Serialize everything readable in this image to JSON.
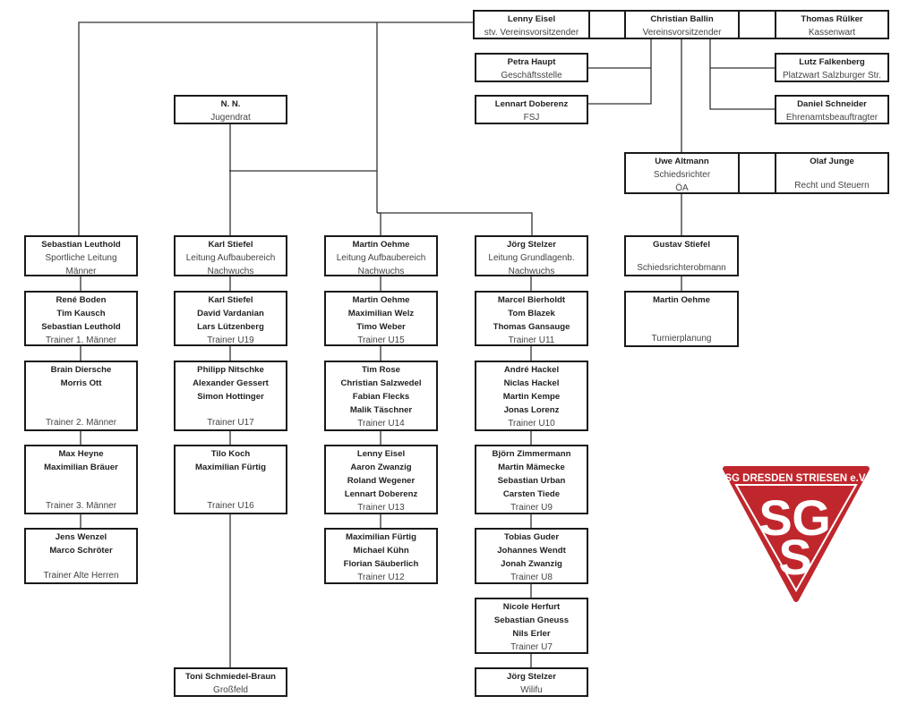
{
  "title": "Organigramm SG Dresden Striesen e.V.",
  "logo": {
    "text": "SG DRESDEN STRIESEN e.V.",
    "letters": "SGS",
    "color": "#c0272d"
  },
  "boxes": [
    {
      "id": "lenny-eisel-top",
      "names": [
        "Lenny Eisel"
      ],
      "roles": [
        "stv. Vereinsvorsitzender"
      ]
    },
    {
      "id": "gap-1",
      "names": [],
      "roles": []
    },
    {
      "id": "christian-ballin",
      "names": [
        "Christian Ballin"
      ],
      "roles": [
        "Vereinsvorsitzender"
      ]
    },
    {
      "id": "gap-2",
      "names": [],
      "roles": []
    },
    {
      "id": "thomas-ruelker",
      "names": [
        "Thomas Rülker"
      ],
      "roles": [
        "Kassenwart"
      ]
    },
    {
      "id": "petra-haupt",
      "names": [
        "Petra Haupt"
      ],
      "roles": [
        "Geschäftsstelle"
      ]
    },
    {
      "id": "lennart-doberenz-fsj",
      "names": [
        "Lennart Doberenz"
      ],
      "roles": [
        "FSJ"
      ]
    },
    {
      "id": "lutz-falkenberg",
      "names": [
        "Lutz Falkenberg"
      ],
      "roles": [
        "Platzwart Salzburger Str."
      ]
    },
    {
      "id": "daniel-schneider",
      "names": [
        "Daniel Schneider"
      ],
      "roles": [
        "Ehrenamtsbeauftragter"
      ]
    },
    {
      "id": "uwe-altmann",
      "names": [
        "Uwe Altmann"
      ],
      "roles": [
        "Schiedsrichter",
        "ÖA"
      ]
    },
    {
      "id": "gap-3",
      "names": [],
      "roles": []
    },
    {
      "id": "olaf-junge",
      "names": [
        "Olaf Junge"
      ],
      "roles": [
        "Recht und Steuern"
      ]
    },
    {
      "id": "gustav-stiefel",
      "names": [
        "Gustav Stiefel"
      ],
      "roles": [
        "Schiedsrichterobmann"
      ]
    },
    {
      "id": "turnierplanung",
      "names": [
        "Martin Oehme"
      ],
      "roles": [
        "Turnierplanung"
      ]
    },
    {
      "id": "jugendrat",
      "names": [
        "N. N."
      ],
      "roles": [
        "Jugendrat"
      ]
    },
    {
      "id": "sportliche-leitung",
      "names": [
        "Sebastian Leuthold"
      ],
      "roles": [
        "Sportliche Leitung",
        "Männer"
      ]
    },
    {
      "id": "trainer-1-maenner",
      "names": [
        "René Boden",
        "Tim Kausch",
        "Sebastian Leuthold"
      ],
      "roles": [
        "Trainer 1. Männer"
      ]
    },
    {
      "id": "trainer-2-maenner",
      "names": [
        "Brain Diersche",
        "Morris Ott"
      ],
      "roles": [
        "Trainer 2. Männer"
      ]
    },
    {
      "id": "trainer-3-maenner",
      "names": [
        "Max Heyne",
        "Maximilian Bräuer"
      ],
      "roles": [
        "Trainer 3. Männer"
      ]
    },
    {
      "id": "trainer-alte-herren",
      "names": [
        "Jens Wenzel",
        "Marco Schröter"
      ],
      "roles": [
        "Trainer Alte Herren"
      ]
    },
    {
      "id": "leitung-aufbau-1",
      "names": [
        "Karl Stiefel"
      ],
      "roles": [
        "Leitung Aufbaubereich",
        "Nachwuchs"
      ]
    },
    {
      "id": "trainer-u19",
      "names": [
        "Karl Stiefel",
        "David Vardanian",
        "Lars Lützenberg"
      ],
      "roles": [
        "Trainer U19"
      ]
    },
    {
      "id": "trainer-u17",
      "names": [
        "Philipp Nitschke",
        "Alexander Gessert",
        "Simon Hottinger"
      ],
      "roles": [
        "Trainer U17"
      ]
    },
    {
      "id": "trainer-u16",
      "names": [
        "Tilo Koch",
        "Maximilian Fürtig"
      ],
      "roles": [
        "Trainer U16"
      ]
    },
    {
      "id": "grossfeld",
      "names": [
        "Toni Schmiedel-Braun"
      ],
      "roles": [
        "Großfeld"
      ]
    },
    {
      "id": "leitung-aufbau-2",
      "names": [
        "Martin Oehme"
      ],
      "roles": [
        "Leitung Aufbaubereich",
        "Nachwuchs"
      ]
    },
    {
      "id": "trainer-u15",
      "names": [
        "Martin Oehme",
        "Maximilian Welz",
        "Timo Weber"
      ],
      "roles": [
        "Trainer U15"
      ]
    },
    {
      "id": "trainer-u14",
      "names": [
        "Tim Rose",
        "Christian Salzwedel",
        "Fabian Flecks",
        "Malik Täschner"
      ],
      "roles": [
        "Trainer U14"
      ]
    },
    {
      "id": "trainer-u13",
      "names": [
        "Lenny Eisel",
        "Aaron Zwanzig",
        "Roland Wegener",
        "Lennart Doberenz"
      ],
      "roles": [
        "Trainer U13"
      ]
    },
    {
      "id": "trainer-u12",
      "names": [
        "Maximilian Fürtig",
        "Michael Kühn",
        "Florian Säuberlich"
      ],
      "roles": [
        "Trainer U12"
      ]
    },
    {
      "id": "leitung-grundlagen",
      "names": [
        "Jörg Stelzer"
      ],
      "roles": [
        "Leitung Grundlagenb.",
        "Nachwuchs"
      ]
    },
    {
      "id": "trainer-u11",
      "names": [
        "Marcel Bierholdt",
        "Tom Blazek",
        "Thomas Gansauge"
      ],
      "roles": [
        "Trainer U11"
      ]
    },
    {
      "id": "trainer-u10",
      "names": [
        "André Hackel",
        "Niclas Hackel",
        "Martin Kempe",
        "Jonas Lorenz"
      ],
      "roles": [
        "Trainer U10"
      ]
    },
    {
      "id": "trainer-u9",
      "names": [
        "Björn Zimmermann",
        "Martin Mämecke",
        "Sebastian Urban",
        "Carsten Tiede"
      ],
      "roles": [
        "Trainer U9"
      ]
    },
    {
      "id": "trainer-u8",
      "names": [
        "Tobias Guder",
        "Johannes Wendt",
        "Jonah Zwanzig"
      ],
      "roles": [
        "Trainer U8"
      ]
    },
    {
      "id": "trainer-u7",
      "names": [
        "Nicole Herfurt",
        "Sebastian Gneuss",
        "Nils Erler"
      ],
      "roles": [
        "Trainer U7"
      ]
    },
    {
      "id": "wilifu",
      "names": [
        "Jörg Stelzer"
      ],
      "roles": [
        "Wilifu"
      ]
    }
  ]
}
